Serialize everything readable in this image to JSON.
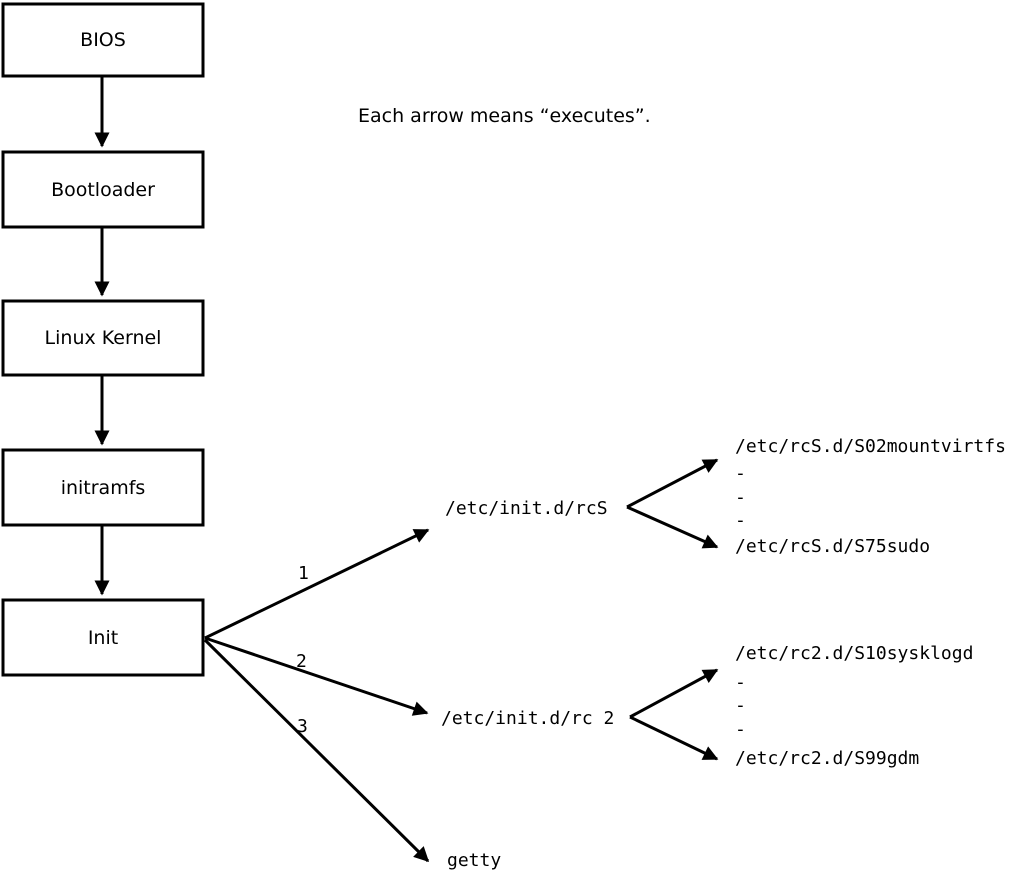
{
  "diagram": {
    "title_note": "Each arrow means “executes”.",
    "boot_chain": [
      {
        "label": "BIOS"
      },
      {
        "label": "Bootloader"
      },
      {
        "label": "Linux Kernel"
      },
      {
        "label": "initramfs"
      },
      {
        "label": "Init"
      }
    ],
    "init_children": [
      {
        "order": "1",
        "target": "/etc/init.d/rcS"
      },
      {
        "order": "2",
        "target": "/etc/init.d/rc 2"
      },
      {
        "order": "3",
        "target": "getty"
      }
    ],
    "rcS_scripts": [
      "/etc/rcS.d/S02mountvirtfs",
      "-",
      "-",
      "-",
      "/etc/rcS.d/S75sudo"
    ],
    "rc2_scripts": [
      "/etc/rc2.d/S10sysklogd",
      "-",
      "-",
      "-",
      "/etc/rc2.d/S99gdm"
    ],
    "colors": {
      "line": "#000000",
      "background": "#ffffff",
      "box_fill": "#ffffff"
    }
  }
}
